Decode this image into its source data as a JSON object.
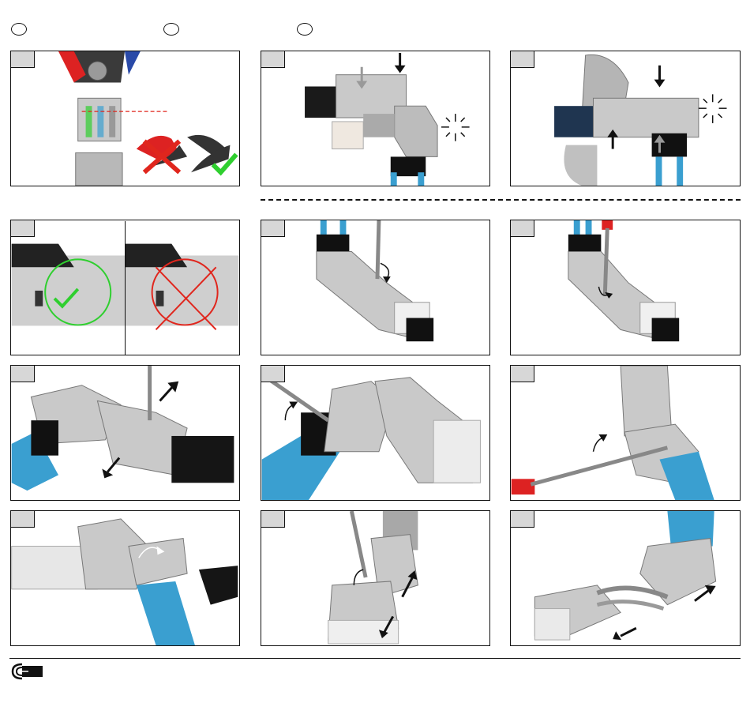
{
  "page": {
    "section_markers": 3,
    "divider": "dashed"
  },
  "panels": [
    {
      "id": "p1",
      "badge": "",
      "scene": "crimp-tool-cutting-wires",
      "callouts": [
        "wrong-pliers-cross",
        "correct-pliers-check"
      ]
    },
    {
      "id": "p2",
      "badge": "",
      "scene": "connector-closing-press",
      "callouts": [
        "press-down-arrow",
        "click-sparkle"
      ]
    },
    {
      "id": "p3",
      "badge": "",
      "scene": "connector-in-pliers",
      "callouts": [
        "press-arrows",
        "click-sparkle"
      ]
    },
    {
      "id": "p4",
      "badge": "",
      "scene": "latch-correct-vs-wrong",
      "callouts": [
        "correct-circle-check",
        "wrong-circle-cross"
      ]
    },
    {
      "id": "p5",
      "badge": "",
      "scene": "screwdriver-rotate-release",
      "callouts": [
        "rotate-arrow"
      ]
    },
    {
      "id": "p6",
      "badge": "",
      "scene": "screwdriver-push-release",
      "callouts": [
        "rotate-arrow"
      ]
    },
    {
      "id": "p7",
      "badge": "",
      "scene": "screwdriver-lever-open",
      "callouts": [
        "pull-arrows"
      ]
    },
    {
      "id": "p8",
      "badge": "",
      "scene": "screwdriver-lever-angle",
      "callouts": [
        "lever-arrow"
      ]
    },
    {
      "id": "p9",
      "badge": "",
      "scene": "screwdriver-lever-vertical",
      "callouts": [
        "lever-arrow"
      ]
    },
    {
      "id": "p10",
      "badge": "",
      "scene": "remove-strain-relief",
      "callouts": [
        "rotate-arrow"
      ]
    },
    {
      "id": "p11",
      "badge": "",
      "scene": "separate-housing",
      "callouts": [
        "pull-arrows"
      ]
    },
    {
      "id": "p12",
      "badge": "",
      "scene": "open-connector-wires",
      "callouts": [
        "pull-arrows"
      ]
    }
  ],
  "colors": {
    "cable_blue": "#3a9fd0",
    "metal": "#c9c9c9",
    "metal_dark": "#8e8e8e",
    "check_green": "#2fcf2f",
    "cross_red": "#e0261d",
    "badge_gray": "#d7d7d7"
  }
}
